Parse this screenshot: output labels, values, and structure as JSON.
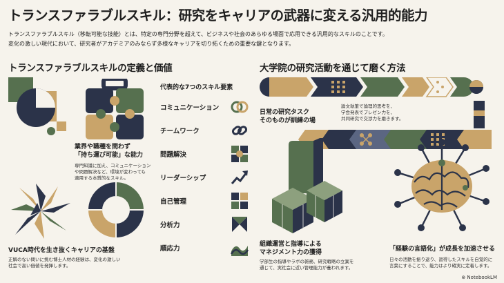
{
  "title": "トランスファラブルスキル：研究をキャリアの武器に変える汎用的能力",
  "intro": [
    "トランスファラブルスキル（移転可能な技能）とは、特定の専門分野を超えて、ビジネスや社会のあらゆる場面で応用できる汎用的なスキルのことです。",
    "変化の激しい現代において、研究者がアカデミアのみならず多様なキャリアを切り拓くための重要な鍵となります。"
  ],
  "left_section": {
    "title": "トランスファラブルスキルの定義と価値",
    "portable": {
      "heading": [
        "業界や職種を問わず",
        "「持ち運び可能」な能力"
      ],
      "body": [
        "専門知識に加え、コミュニケーション",
        "や問題解決など、環境が変わっても",
        "適用する本質的なスキル。"
      ]
    },
    "vuca": {
      "heading": "VUCA時代を生き抜くキャリアの基盤",
      "body": [
        "正解のない問いに挑む博士人材の経験は、変化の激しい",
        "社会で高い価値を発揮します。"
      ]
    },
    "skills": {
      "heading": "代表的な7つのスキル要素",
      "items": [
        {
          "label": "コミュニケーション",
          "icon": "rings-icon"
        },
        {
          "label": "チームワーク",
          "icon": "chain-icon"
        },
        {
          "label": "問題解決",
          "icon": "puzzle-icon"
        },
        {
          "label": "リーダーシップ",
          "icon": "growth-arrow-icon"
        },
        {
          "label": "自己管理",
          "icon": "grid-icon"
        },
        {
          "label": "分析力",
          "icon": "bowtie-icon"
        },
        {
          "label": "順応力",
          "icon": "wave-icon"
        }
      ]
    }
  },
  "right_section": {
    "title": "大学院の研究活動を通じて磨く方法",
    "daily": {
      "heading": [
        "日常の研究タスク",
        "そのものが訓練の場"
      ]
    },
    "papers": {
      "body": [
        "論文執筆で論理的思考を、",
        "学会発表でプレゼン力を、",
        "共同研究で交渉力を磨きます。"
      ]
    },
    "management": {
      "heading": [
        "組織運営と指導による",
        "マネジメント力の獲得"
      ],
      "body": [
        "学部生の指導やラボの雑務、研究戦略の立案を",
        "通じて、実社会に近い管理能力が養われます。"
      ]
    },
    "verbalize": {
      "heading": "「経験の言語化」が成長を加速させる",
      "body": [
        "日々の活動を振り返り、習得したスキルを自覚的に",
        "言葉にすることで、能力はより確実に定着します。"
      ]
    }
  },
  "footer": {
    "logo_text": "NotebookLM"
  },
  "colors": {
    "navy": "#2b3349",
    "gold": "#c9a46a",
    "green": "#56704f",
    "slate": "#5b6682",
    "bg": "#f6f3ec"
  }
}
